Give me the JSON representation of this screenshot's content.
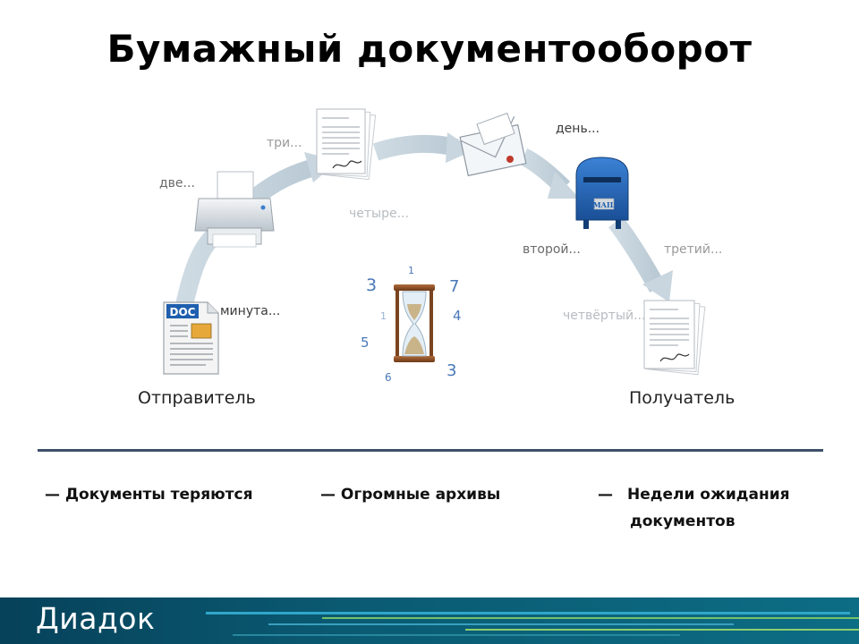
{
  "slide": {
    "title": "Бумажный документооборот"
  },
  "diagram": {
    "sender_label": "Отправитель",
    "receiver_label": "Получатель",
    "time_labels": {
      "minute": "минута...",
      "two": "две...",
      "three": "три...",
      "four": "четыре...",
      "day": "день...",
      "second": "второй...",
      "third": "третий...",
      "fourth": "четвёртый..."
    },
    "doc_badge": "DOC",
    "mailbox_text": "MAIL",
    "clock_numbers": [
      "1",
      "7",
      "4",
      "3",
      "6",
      "5",
      "1",
      "3"
    ]
  },
  "bullets": {
    "lost": "— Документы теряются",
    "archives": "— Огромные архивы",
    "weeks_dash": "—",
    "weeks_line1": "Недели ожидания",
    "weeks_line2": "документов"
  },
  "footer": {
    "logo": "Диадок"
  },
  "colors": {
    "arrow": "#c9d6df",
    "rule": "#3e5068",
    "footer": "#0a5a72",
    "mailbox": "#1f5fae",
    "clock_digits": "#4a78b8"
  }
}
